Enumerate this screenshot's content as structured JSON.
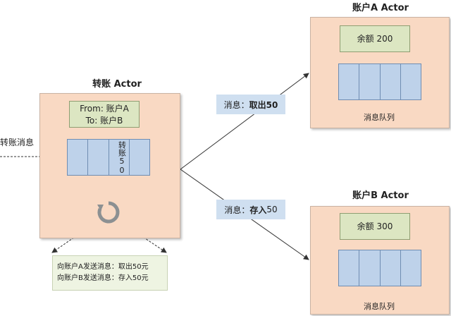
{
  "transfer_actor": {
    "title": "转账 Actor",
    "from_label": "From: 账户A",
    "to_label": "To: 账户B",
    "queue_item": "转账50"
  },
  "input_label": "转账消息",
  "notes": {
    "line1": "向账户A发送消息：取出50元",
    "line2": "向账户B发送消息：存入50元"
  },
  "message_a": {
    "prefix": "消息：",
    "action": "取出50"
  },
  "message_b": {
    "prefix": "消息：",
    "action": "存入",
    "amount": "50"
  },
  "account_a": {
    "title": "账户A Actor",
    "balance": "余额 200",
    "queue_label": "消息队列"
  },
  "account_b": {
    "title": "账户B Actor",
    "balance": "余额 300",
    "queue_label": "消息队列"
  },
  "icons": {
    "process": "refresh-icon"
  },
  "colors": {
    "actor_fill": "#f9d9c3",
    "queue_fill": "#bed2ea",
    "balance_fill": "#dce6c2",
    "message_fill": "#cfdff0"
  }
}
